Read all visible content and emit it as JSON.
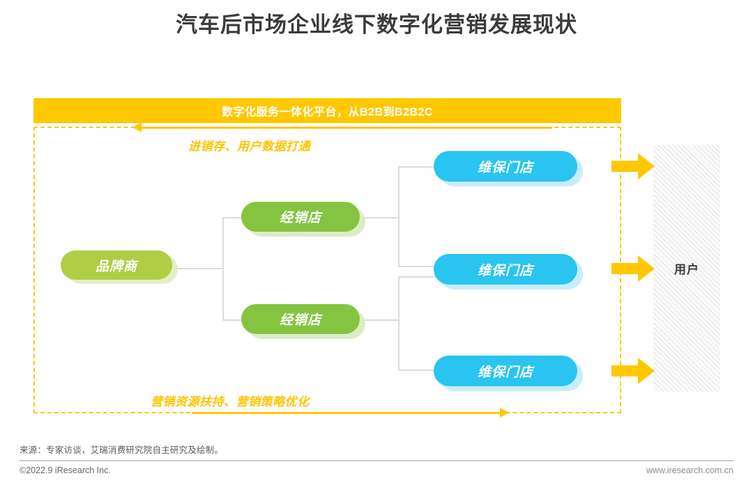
{
  "page": {
    "title": "汽车后市场企业线下数字化营销发展现状"
  },
  "banner": {
    "label": "数字化服务一体化平台，从B2B到B2B2C"
  },
  "flows": {
    "top_caption": "进销存、用户数据打通",
    "bottom_caption": "营销资源扶持、营销策略优化",
    "top_direction": "left",
    "bottom_direction": "right"
  },
  "nodes": {
    "brand": {
      "label": "品牌商",
      "color": "#AFCE46",
      "shadow": "#E3EEC3"
    },
    "dealers": [
      {
        "label": "经销店",
        "color": "#85C441",
        "shadow": "#DCEDC6"
      },
      {
        "label": "经销店",
        "color": "#85C441",
        "shadow": "#DCEDC6"
      }
    ],
    "shops": [
      {
        "label": "维保门店",
        "color": "#2AC4F0",
        "shadow": "#C7EEFA"
      },
      {
        "label": "维保门店",
        "color": "#2AC4F0",
        "shadow": "#C7EEFA"
      },
      {
        "label": "维保门店",
        "color": "#2AC4F0",
        "shadow": "#C7EEFA"
      }
    ],
    "users": {
      "label": "用户"
    }
  },
  "colors": {
    "accent_yellow": "#FFC800",
    "connector_gray": "#dcdcdc",
    "title_gray": "#3b3b3b"
  },
  "footer": {
    "source": "来源：专家访谈，艾瑞消费研究院自主研究及绘制。",
    "copyright": "©2022.9 iResearch Inc.",
    "website": "www.iresearch.com.cn"
  }
}
